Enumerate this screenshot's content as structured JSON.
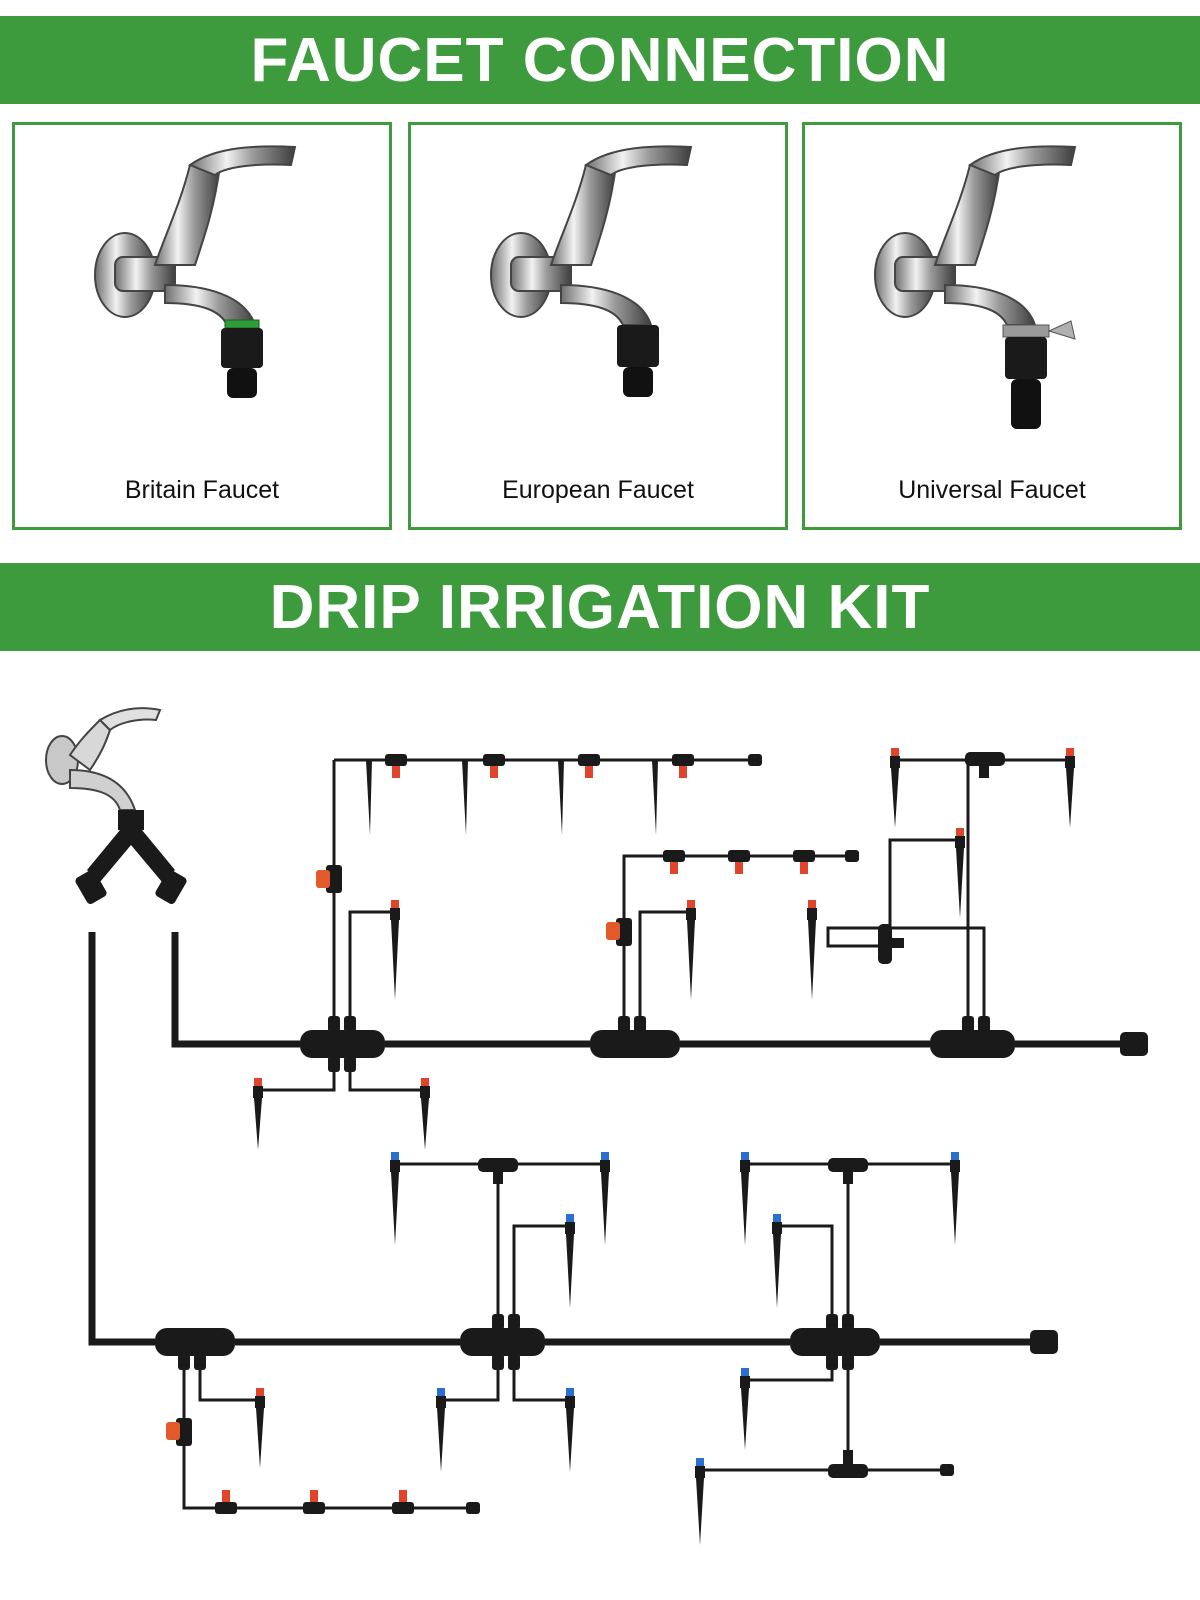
{
  "banners": {
    "top": "FAUCET CONNECTION",
    "middle": "DRIP IRRIGATION KIT"
  },
  "faucets": [
    {
      "label": "Britain Faucet",
      "adapter": "green-ring-quick-connector",
      "ring_color": "#2f9e3a"
    },
    {
      "label": "European Faucet",
      "adapter": "black-quick-connector",
      "ring_color": "#1a1a1a"
    },
    {
      "label": "Universal Faucet",
      "adapter": "clamp-quick-connector",
      "ring_color": "#9a9a9a"
    }
  ],
  "colors": {
    "brand_green": "#3d9b3d",
    "tube": "#1a1a1a",
    "dripper_red": "#e0442a",
    "dripper_blue": "#2a6fd0",
    "valve_orange": "#e35a2a"
  },
  "diagram": {
    "components": [
      "faucet-icon",
      "y-splitter",
      "main-tube",
      "tee-connector",
      "end-plug",
      "valve",
      "stake-dripper-red",
      "stake-dripper-blue",
      "inline-dripper"
    ]
  }
}
